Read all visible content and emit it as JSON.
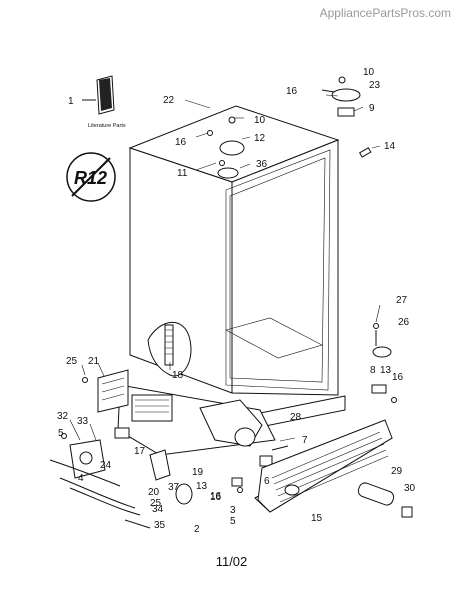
{
  "watermark": "AppliancePartsPros.com",
  "footer_date": "11/02",
  "literature_label": "Literature Parts",
  "logo_text": "R12",
  "callouts": [
    "1",
    "22",
    "10",
    "23",
    "16",
    "9",
    "16",
    "10",
    "12",
    "14",
    "11",
    "36",
    "27",
    "26",
    "25",
    "21",
    "18",
    "8",
    "13",
    "16",
    "28",
    "32",
    "33",
    "5",
    "24",
    "17",
    "7",
    "6",
    "16",
    "19",
    "4",
    "20",
    "25",
    "37",
    "13",
    "16",
    "3",
    "29",
    "34",
    "35",
    "2",
    "5",
    "30",
    "15"
  ]
}
